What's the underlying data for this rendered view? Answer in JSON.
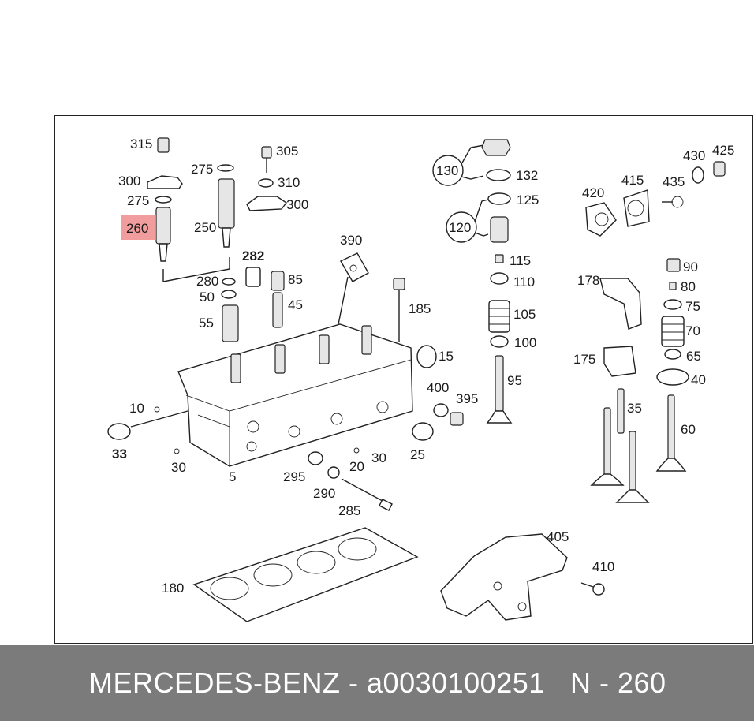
{
  "caption": {
    "brand_part": "MERCEDES-BENZ - a0030100251",
    "position_ref": "N - 260"
  },
  "highlight": {
    "label": "260",
    "color": "#f08c8c"
  },
  "colors": {
    "caption_bar": "#7b7b7b",
    "line": "#222222"
  },
  "callouts": {
    "c315": "315",
    "c305": "305",
    "c300a": "300",
    "c275a": "275",
    "c310": "310",
    "c275b": "275",
    "c300b": "300",
    "c250": "250",
    "c282": "282",
    "c280": "280",
    "c85": "85",
    "c50": "50",
    "c45": "45",
    "c55": "55",
    "c390": "390",
    "c185": "185",
    "c15": "15",
    "c10": "10",
    "c33": "33",
    "c30a": "30",
    "c5": "5",
    "c295": "295",
    "c20": "20",
    "c30b": "30",
    "c25": "25",
    "c400": "400",
    "c395": "395",
    "c290": "290",
    "c285": "285",
    "c130": "130",
    "c132": "132",
    "c125": "125",
    "c120": "120",
    "c115": "115",
    "c110": "110",
    "c105": "105",
    "c100": "100",
    "c95": "95",
    "c430": "430",
    "c425": "425",
    "c420": "420",
    "c415": "415",
    "c435": "435",
    "c178": "178",
    "c90": "90",
    "c80": "80",
    "c75": "75",
    "c70": "70",
    "c175": "175",
    "c65": "65",
    "c40": "40",
    "c35": "35",
    "c60": "60",
    "c405": "405",
    "c410": "410",
    "c180": "180"
  }
}
